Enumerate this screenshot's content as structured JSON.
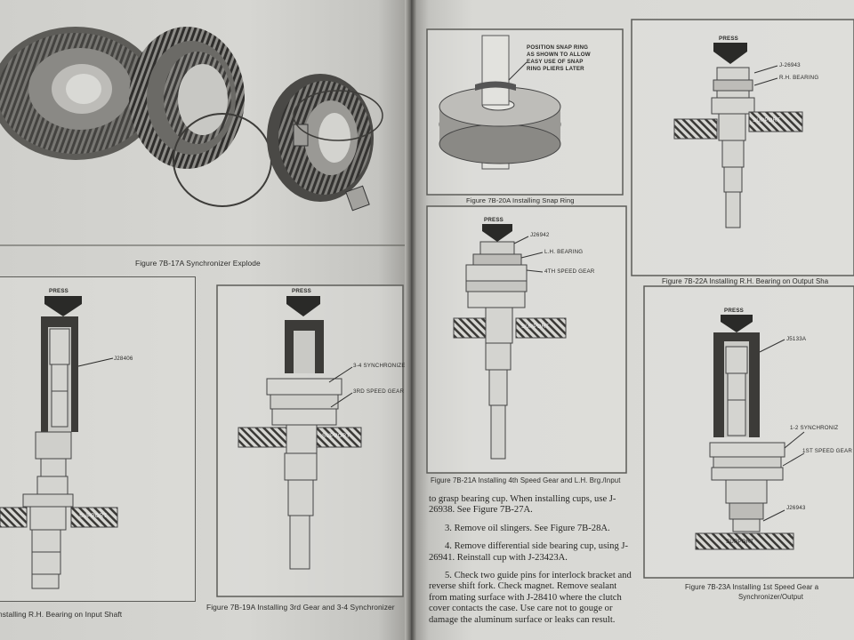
{
  "left_page": {
    "fig17_caption": "Figure 7B-17A Synchronizer Explode",
    "fig18": {
      "press": "PRESS",
      "tool": "J28406",
      "support": "SUPPORT",
      "caption": "nstalling R.H. Bearing on Input Shaft"
    },
    "fig19": {
      "press": "PRESS",
      "synchro": "3-4 SYNCHRONIZER",
      "gear": "3RD SPEED GEAR",
      "support": "SUPPORT",
      "caption": "Figure 7B-19A Installing 3rd Gear and 3-4 Synchronizer"
    }
  },
  "right_page": {
    "fig20": {
      "note_lines": [
        "POSITION SNAP RING",
        "AS SHOWN TO ALLOW",
        "EASY USE OF SNAP",
        "RING PLIERS LATER"
      ],
      "caption": "Figure 7B-20A Installing Snap Ring"
    },
    "fig21": {
      "press": "PRESS",
      "tool": "J26942",
      "bearing": "L.H. BEARING",
      "gear": "4TH SPEED GEAR",
      "support": "SUPPORT",
      "caption": "Figure 7B-21A Installing 4th Speed Gear and L.H. Brg./Input"
    },
    "fig22": {
      "press": "PRESS",
      "tool": "J-26943",
      "bearing": "R.H. BEARING",
      "support": "SUPPORT",
      "caption": "Figure 7B-22A Installing R.H. Bearing on Output Sha"
    },
    "fig23": {
      "press": "PRESS",
      "tool_top": "J5133A",
      "synchro": "1-2 SYNCHRONIZ",
      "gear": "1ST SPEED GEAR",
      "tool_bottom": "J26943",
      "support": "SUPPORT",
      "caption_line1": "Figure 7B-23A Installing 1st Speed Gear a",
      "caption_line2": "Synchronizer/Output"
    },
    "text": {
      "p1": "to grasp bearing cup. When installing cups, use J-26938. See Figure 7B-27A.",
      "p2": "3. Remove oil slingers. See Figure 7B-28A.",
      "p3": "4. Remove differential side bearing cup, using J-26941. Reinstall cup with J-23423A.",
      "p4": "5. Check two guide pins for interlock bracket and reverse shift fork. Check magnet. Remove sealant from mating surface with J-28410 where the clutch cover contacts the case. Use care not to gouge or damage the aluminum surface or leaks can result."
    }
  }
}
